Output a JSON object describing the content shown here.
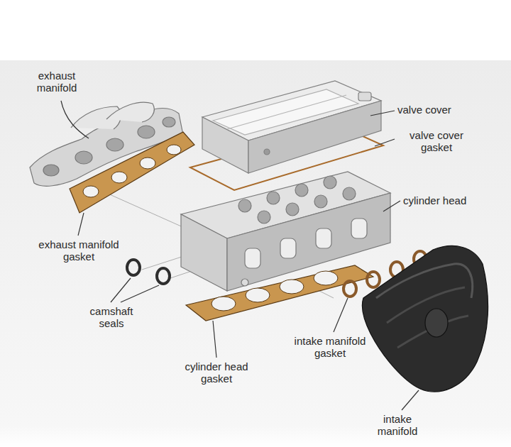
{
  "diagram": {
    "labels": [
      "exhaust manifold",
      "valve cover",
      "valve cover gasket",
      "cylinder head",
      "exhaust manifold gasket",
      "camshaft seals",
      "intake manifold gasket",
      "cylinder head gasket",
      "intake manifold"
    ]
  }
}
